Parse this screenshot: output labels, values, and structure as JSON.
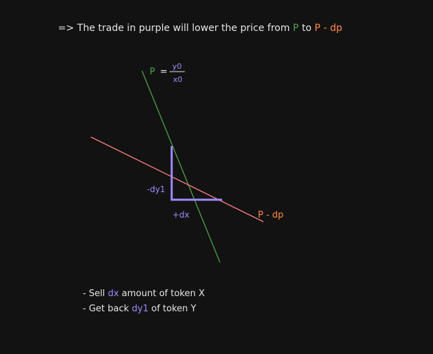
{
  "header": {
    "prefix": "=> The trade in ",
    "highlight": "purple",
    "middle": " will lower the price from ",
    "p_label": "P",
    "to": " to ",
    "p_minus": "P - dp"
  },
  "diagram": {
    "p_label": "P",
    "equals": "=",
    "numerator": "y0",
    "denominator": "x0",
    "dy_label": "-dy1",
    "dx_label": "+dx",
    "p_minus_dp_label": "P - dp"
  },
  "notes": {
    "line1": {
      "prefix": "- Sell ",
      "var": "dx",
      "suffix": " amount of token X"
    },
    "line2": {
      "prefix": "- Get back ",
      "var": "dy1",
      "suffix": " of token Y"
    }
  },
  "colors": {
    "background": "#121212",
    "text": "#e6e6e6",
    "green": "#4fa34a",
    "orange": "#ff8a4c",
    "salmon": "#ff7f7f",
    "purple": "#9f8cff"
  }
}
